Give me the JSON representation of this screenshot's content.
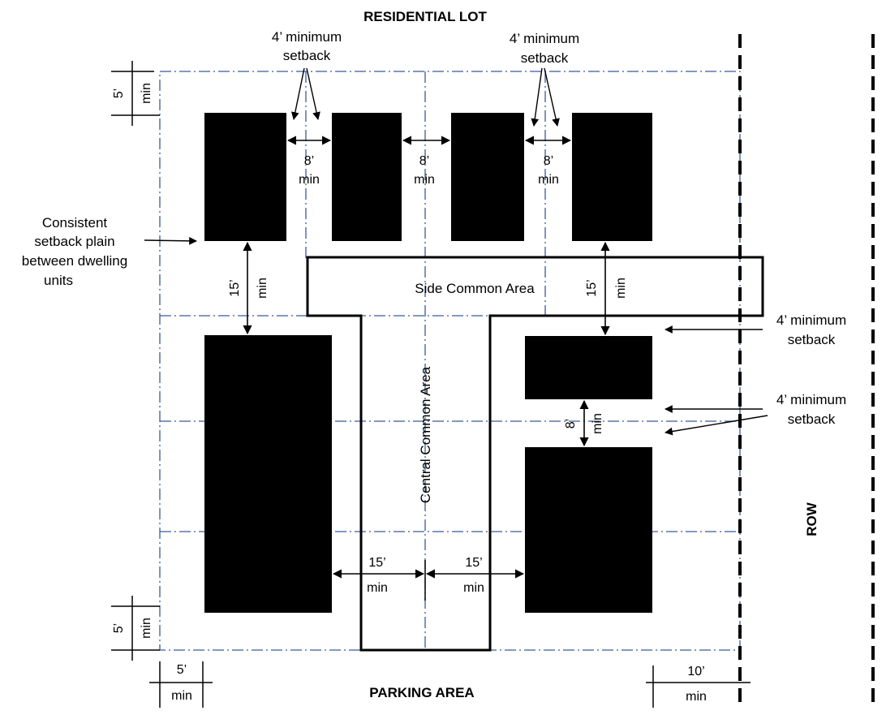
{
  "title": "RESIDENTIAL LOT",
  "bottom_label": "PARKING AREA",
  "right_label": "ROW",
  "colors": {
    "setback_line": "#3a5a9a",
    "dwelling": "#000000",
    "ink": "#000000"
  },
  "callouts": {
    "top_left": {
      "line1": "4’ minimum",
      "line2": "setback"
    },
    "top_right": {
      "line1": "4’ minimum",
      "line2": "setback"
    },
    "right_1": {
      "line1": "4’ minimum",
      "line2": "setback"
    },
    "right_2": {
      "line1": "4’ minimum",
      "line2": "setback"
    },
    "left": {
      "line1": "Consistent",
      "line2": "setback plain",
      "line3": "between dwelling",
      "line4": "units"
    }
  },
  "areas": {
    "side": "Side Common Area",
    "central": "Central Common Area"
  },
  "dimensions": {
    "gap1": {
      "value": "8’",
      "unit": "min"
    },
    "gap2": {
      "value": "8’",
      "unit": "min"
    },
    "gap3": {
      "value": "8’",
      "unit": "min"
    },
    "vertical_left": {
      "value": "15’",
      "unit": "min"
    },
    "vertical_right": {
      "value": "15’",
      "unit": "min"
    },
    "between_right": {
      "value": "8’",
      "unit": "min"
    },
    "bottom_left": {
      "value": "15’",
      "unit": "min"
    },
    "bottom_right": {
      "value": "15’",
      "unit": "min"
    },
    "lot_top": {
      "value": "5’",
      "unit": "min"
    },
    "lot_bottom": {
      "value": "5’",
      "unit": "min"
    },
    "lot_left": {
      "value": "5’",
      "unit": "min"
    },
    "lot_row": {
      "value": "10’",
      "unit": "min"
    }
  }
}
